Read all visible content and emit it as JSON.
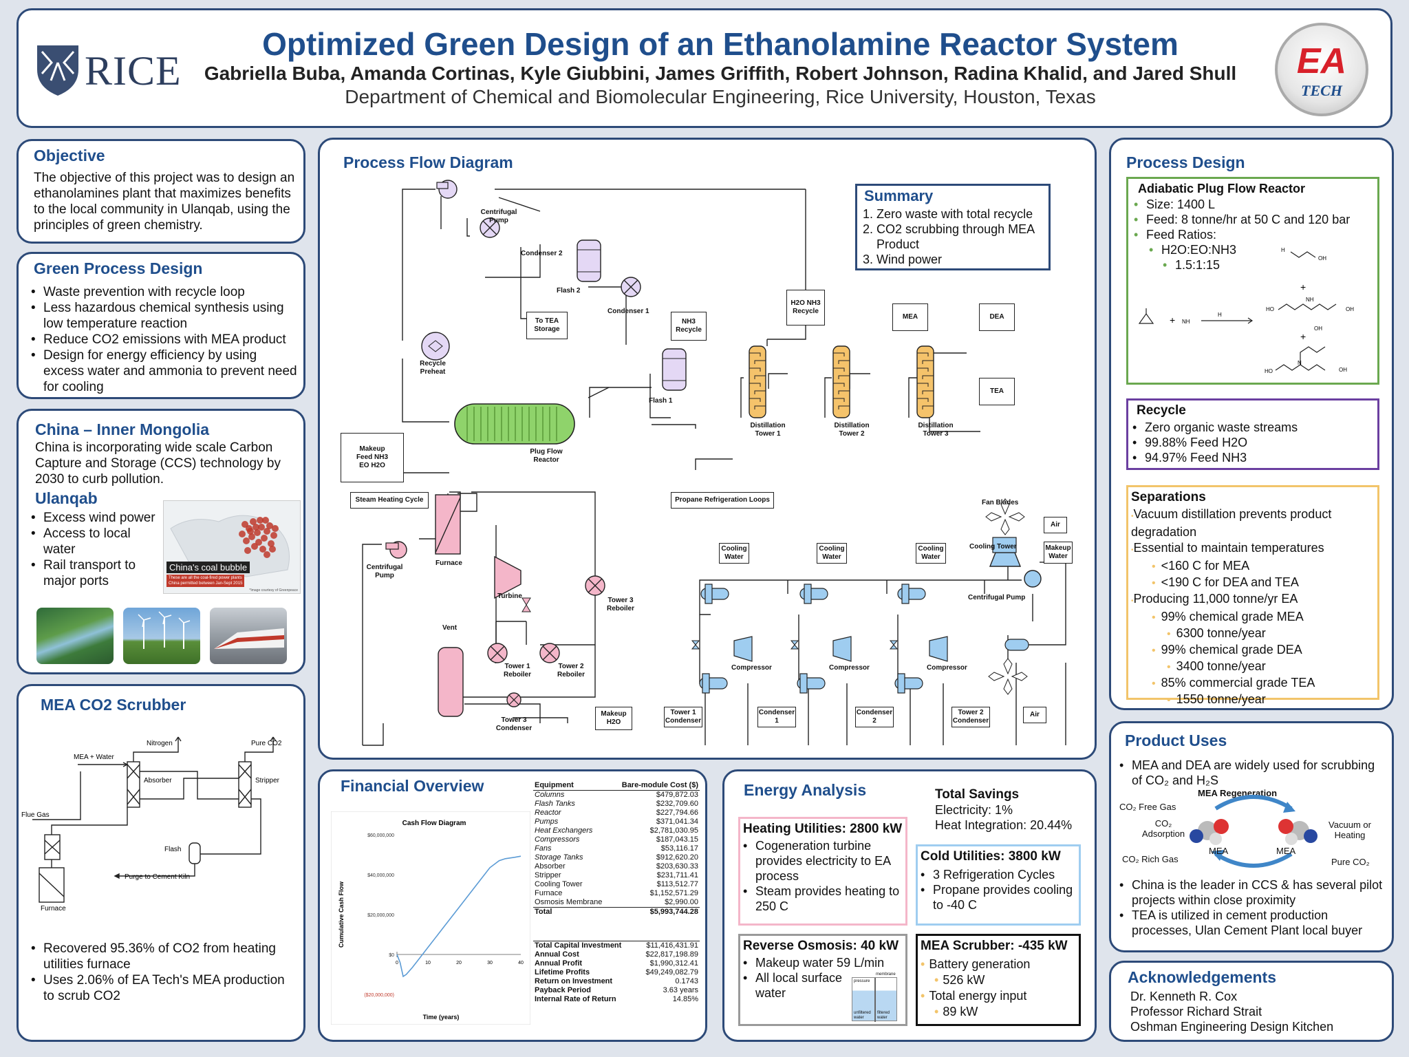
{
  "header": {
    "logo_text": "RICE",
    "title": "Optimized Green Design of an Ethanolamine Reactor System",
    "authors": "Gabriella Buba, Amanda Cortinas, Kyle Giubbini, James Griffith, Robert Johnson, Radina Khalid, and Jared Shull",
    "department": "Department of Chemical and Biomolecular Engineering, Rice University, Houston, Texas",
    "ea_logo_top": "EA",
    "ea_logo_bottom": "TECH"
  },
  "objective": {
    "title": "Objective",
    "text": "The objective of this project was to design an ethanolamines plant that maximizes benefits to the local community in Ulanqab, using the principles of green chemistry."
  },
  "green": {
    "title": "Green Process Design",
    "items": [
      "Waste prevention with recycle loop",
      "Less hazardous chemical synthesis using low temperature reaction",
      "Reduce CO2 emissions with MEA product",
      "Design for energy efficiency by using excess water and ammonia to prevent need for cooling"
    ]
  },
  "china": {
    "title": "China – Inner Mongolia",
    "text": "China is incorporating wide scale Carbon Capture and Storage (CCS) technology by 2030 to curb pollution.",
    "subtitle": "Ulanqab",
    "items": [
      "Excess wind power",
      "Access to local water",
      "Rail transport to major ports"
    ],
    "map_caption": "China's coal bubble",
    "map_note1": "These are all the coal-fired power plants",
    "map_note2": "China permitted between Jan-Sept 2015",
    "map_credit": "*Image courtesy of Greenpeace"
  },
  "mea": {
    "title": "MEA CO2 Scrubber",
    "labels": {
      "nitrogen": "Nitrogen",
      "pure_co2": "Pure CO2",
      "mea_water": "MEA + Water",
      "absorber": "Absorber",
      "stripper": "Stripper",
      "flue_gas": "Flue Gas",
      "flash": "Flash",
      "purge": "Purge to Cement Kiln",
      "furnace": "Furnace"
    },
    "items": [
      "Recovered 95.36% of CO2 from heating utilities furnace",
      "Uses 2.06% of EA Tech's MEA production to scrub CO2"
    ]
  },
  "pfd": {
    "title": "Process Flow Diagram",
    "summary_title": "Summary",
    "summary_items": [
      "Zero waste with total recycle",
      "CO2 scrubbing through MEA Product",
      "Wind power"
    ],
    "labels": {
      "centrifugal_pump": "Centrifugal Pump",
      "condenser2": "Condenser 2",
      "flash2": "Flash 2",
      "condenser1": "Condenser 1",
      "to_tea_storage": "To TEA Storage",
      "nh3_recycle": "NH3 Recycle",
      "h2o_recycle": "H2O NH3 Recycle",
      "mea": "MEA",
      "dea": "DEA",
      "tea": "TEA",
      "recycle_preheat": "Recycle Preheat",
      "flash1": "Flash 1",
      "dist1": "Distillation Tower 1",
      "dist2": "Distillation Tower 2",
      "dist3": "Distillation Tower 3",
      "makeup_feed": "Makeup Feed NH3 EO H2O",
      "plug_flow": "Plug Flow Reactor",
      "steam_cycle": "Steam Heating Cycle",
      "propane_loops": "Propane Refrigeration Loops",
      "furnace": "Furnace",
      "centrifugal_pump2": "Centrifugal Pump",
      "turbine": "Turbine",
      "tower3_reboiler": "Tower 3 Reboiler",
      "vent": "Vent",
      "tower1_reboiler": "Tower 1 Reboiler",
      "tower2_reboiler": "Tower 2 Reboiler",
      "tower3_condenser": "Tower 3 Condenser",
      "makeup_h2o": "Makeup H2O",
      "fan_blades": "Fan Blades",
      "air": "Air",
      "cooling_tower": "Cooling Tower",
      "makeup_water": "Makeup Water",
      "cooling_water": "Cooling Water",
      "centrifugal_pump3": "Centrifugal Pump",
      "compressor": "Compressor",
      "tower1_condenser": "Tower 1 Condenser",
      "condenser_1": "Condenser 1",
      "condenser_2": "Condenser 2",
      "tower2_condenser": "Tower 2 Condenser"
    }
  },
  "process_design": {
    "title": "Process Design",
    "reactor_title": "Adiabatic Plug Flow Reactor",
    "reactor_items": [
      "Size: 1400 L",
      "Feed: 8 tonne/hr at 50 C and 120 bar",
      "Feed Ratios:"
    ],
    "ratio_label": "H2O:EO:NH3",
    "ratio_value": "1.5:1:15",
    "recycle_title": "Recycle",
    "recycle_items": [
      "Zero organic waste streams",
      "99.88% Feed H2O",
      "94.97% Feed NH3"
    ],
    "sep_title": "Separations",
    "sep_items": [
      {
        "level": 0,
        "text": "Vacuum distillation prevents product degradation"
      },
      {
        "level": 0,
        "text": "Essential to maintain temperatures"
      },
      {
        "level": 1,
        "text": "<160 C for MEA"
      },
      {
        "level": 1,
        "text": "<190 C for DEA and TEA"
      },
      {
        "level": 0,
        "text": "Producing 11,000 tonne/yr EA"
      },
      {
        "level": 1,
        "text": "99% chemical grade MEA"
      },
      {
        "level": 2,
        "text": "6300 tonne/year"
      },
      {
        "level": 1,
        "text": "99% chemical grade DEA"
      },
      {
        "level": 2,
        "text": "3400 tonne/year"
      },
      {
        "level": 1,
        "text": "85% commercial grade TEA"
      },
      {
        "level": 2,
        "text": "1550 tonne/year"
      }
    ]
  },
  "product_uses": {
    "title": "Product Uses",
    "item1": "MEA and DEA are widely used for scrubbing of CO₂ and H₂S",
    "regen_title": "MEA Regeneration",
    "co2_free": "CO₂ Free Gas",
    "co2_ads": "CO₂ Adsorption",
    "co2_rich": "CO₂ Rich Gas",
    "mea": "MEA",
    "vacuum": "Vacuum or Heating",
    "pure_co2": "Pure CO₂",
    "items": [
      "China is the leader in CCS & has several pilot projects within close proximity",
      "TEA is utilized in cement production processes, Ulan Cement Plant local buyer"
    ]
  },
  "acknowledgements": {
    "title": "Acknowledgements",
    "items": [
      "Dr. Kenneth R. Cox",
      "Professor Richard Strait",
      "Oshman Engineering Design Kitchen"
    ]
  },
  "financial": {
    "title": "Financial Overview",
    "chart_title": "Cash Flow Diagram",
    "table_header": [
      "Equipment",
      "Bare-module Cost ($)"
    ],
    "equipment": [
      [
        "Columns",
        "$479,872.03"
      ],
      [
        "Flash Tanks",
        "$232,709.60"
      ],
      [
        "Reactor",
        "$227,794.66"
      ],
      [
        "Pumps",
        "$371,041.34"
      ],
      [
        "Heat Exchangers",
        "$2,781,030.95"
      ],
      [
        "Compressors",
        "$187,043.15"
      ],
      [
        "Fans",
        "$53,116.17"
      ],
      [
        "Storage Tanks",
        "$912,620.20"
      ],
      [
        "Absorber",
        "$203,630.33"
      ],
      [
        "Stripper",
        "$231,711.41"
      ],
      [
        "Cooling Tower",
        "$113,512.77"
      ],
      [
        "Furnace",
        "$1,152,571.29"
      ],
      [
        "Osmosis Membrane",
        "$2,990.00"
      ]
    ],
    "total": [
      "Total",
      "$5,993,744.28"
    ],
    "summary": [
      [
        "Total Capital Investment",
        "$11,416,431.91"
      ],
      [
        "Annual Cost",
        "$22,817,198.89"
      ],
      [
        "Annual Profit",
        "$1,990,312.41"
      ],
      [
        "Lifetime Profits",
        "$49,249,082.79"
      ],
      [
        "Return on Investment",
        "0.1743"
      ],
      [
        "Payback Period",
        "3.63 years"
      ],
      [
        "Internal Rate of Return",
        "14.85%"
      ]
    ]
  },
  "chart_data": {
    "type": "line",
    "title": "Cash Flow Diagram",
    "xlabel": "Time (years)",
    "ylabel": "Cumulative Cash Flow",
    "xlim": [
      0,
      40
    ],
    "ylim": [
      -20000000,
      60000000
    ],
    "xticks": [
      "0",
      "10",
      "20",
      "30",
      "40"
    ],
    "yticks": [
      "$60,000,000",
      "$40,000,000",
      "$20,000,000",
      "$0",
      "($20,000,000)"
    ],
    "series": [
      {
        "x": [
          0,
          1,
          2,
          3,
          5,
          10,
          15,
          20,
          25,
          30,
          33,
          35,
          38,
          40
        ],
        "y": [
          0,
          -4000000,
          -11000000,
          -10000000,
          -6500000,
          3500000,
          13500000,
          23500000,
          33500000,
          43500000,
          47000000,
          48000000,
          48700000,
          49249083
        ]
      }
    ],
    "color": "#5b9bd5"
  },
  "energy": {
    "title": "Energy Analysis",
    "savings_title": "Total Savings",
    "savings_items": [
      "Electricity: 1%",
      "Heat Integration: 20.44%"
    ],
    "heating_title": "Heating Utilities: 2800 kW",
    "heating_items": [
      "Cogeneration turbine provides electricity to EA process",
      "Steam provides heating to 250 C"
    ],
    "cold_title": "Cold Utilities: 3800 kW",
    "cold_items": [
      "3 Refrigeration Cycles",
      "Propane provides cooling to -40 C"
    ],
    "ro_title": "Reverse Osmosis: 40 kW",
    "ro_items": [
      "Makeup water 59 L/min",
      "All local surface water"
    ],
    "ro_img": [
      "pressure",
      "membrane",
      "unfiltered water",
      "filtered water"
    ],
    "scrub_title": "MEA Scrubber: -435 kW",
    "scrub_items": [
      {
        "level": 0,
        "text": "Battery generation"
      },
      {
        "level": 1,
        "text": "526 kW"
      },
      {
        "level": 0,
        "text": "Total energy input"
      },
      {
        "level": 1,
        "text": "89 kW"
      }
    ]
  },
  "colors": {
    "title_blue": "#1f4e8c",
    "panel_border": "#2d4a78",
    "reactor_green": "#8fd36b",
    "column_orange": "#f5c36b",
    "flash_purple": "#e4d8f5",
    "steam_pink": "#f4b6c9",
    "refrig_blue": "#9fcdf0"
  }
}
